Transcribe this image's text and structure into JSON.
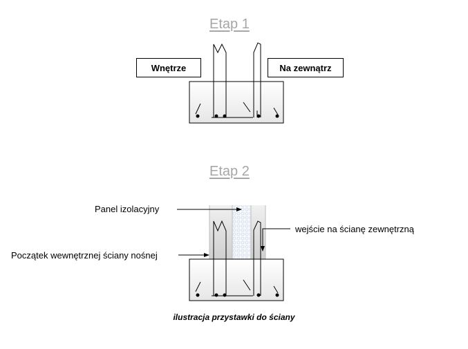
{
  "stage1": {
    "title": "Etap 1",
    "label_inside": "Wnętrze",
    "label_outside": "Na zewnątrz"
  },
  "stage2": {
    "title": "Etap 2",
    "label_panel": "Panel izolacyjny",
    "label_entry": "wejście na ścianę zewnętrzną",
    "label_start": "Początek wewnętrznej  ściany nośnej"
  },
  "caption": "ilustracja przystawki do ściany",
  "colors": {
    "title": "#a6a6a6",
    "wall_fill": "#d9d9d9",
    "insulation_fill": "#f2f5fa",
    "footing_fill": "#f4f4f4",
    "line": "#000000"
  }
}
